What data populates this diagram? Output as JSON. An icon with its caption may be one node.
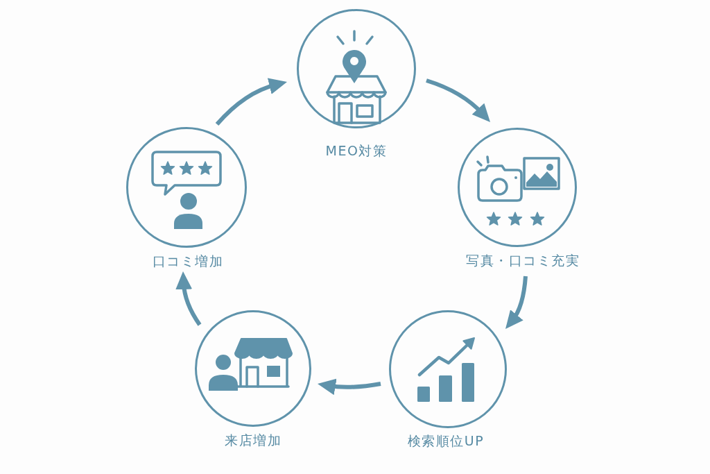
{
  "diagram": {
    "nodes": [
      {
        "text": [
          "MEO対策"
        ]
      },
      {
        "text": [
          "写真・口コミ充実"
        ]
      },
      {
        "text": [
          "検索順位UP"
        ]
      },
      {
        "text": [
          "来店増加"
        ]
      },
      {
        "text": [
          "口コミ増加"
        ]
      }
    ],
    "edges": [
      {
        "from": 0,
        "to": 1,
        "arrow": "to"
      },
      {
        "from": 1,
        "to": 2,
        "arrow": "to"
      },
      {
        "from": 2,
        "to": 3,
        "arrow": "to"
      },
      {
        "from": 3,
        "to": 4,
        "arrow": "to"
      },
      {
        "from": 4,
        "to": 0,
        "arrow": "to"
      }
    ]
  }
}
